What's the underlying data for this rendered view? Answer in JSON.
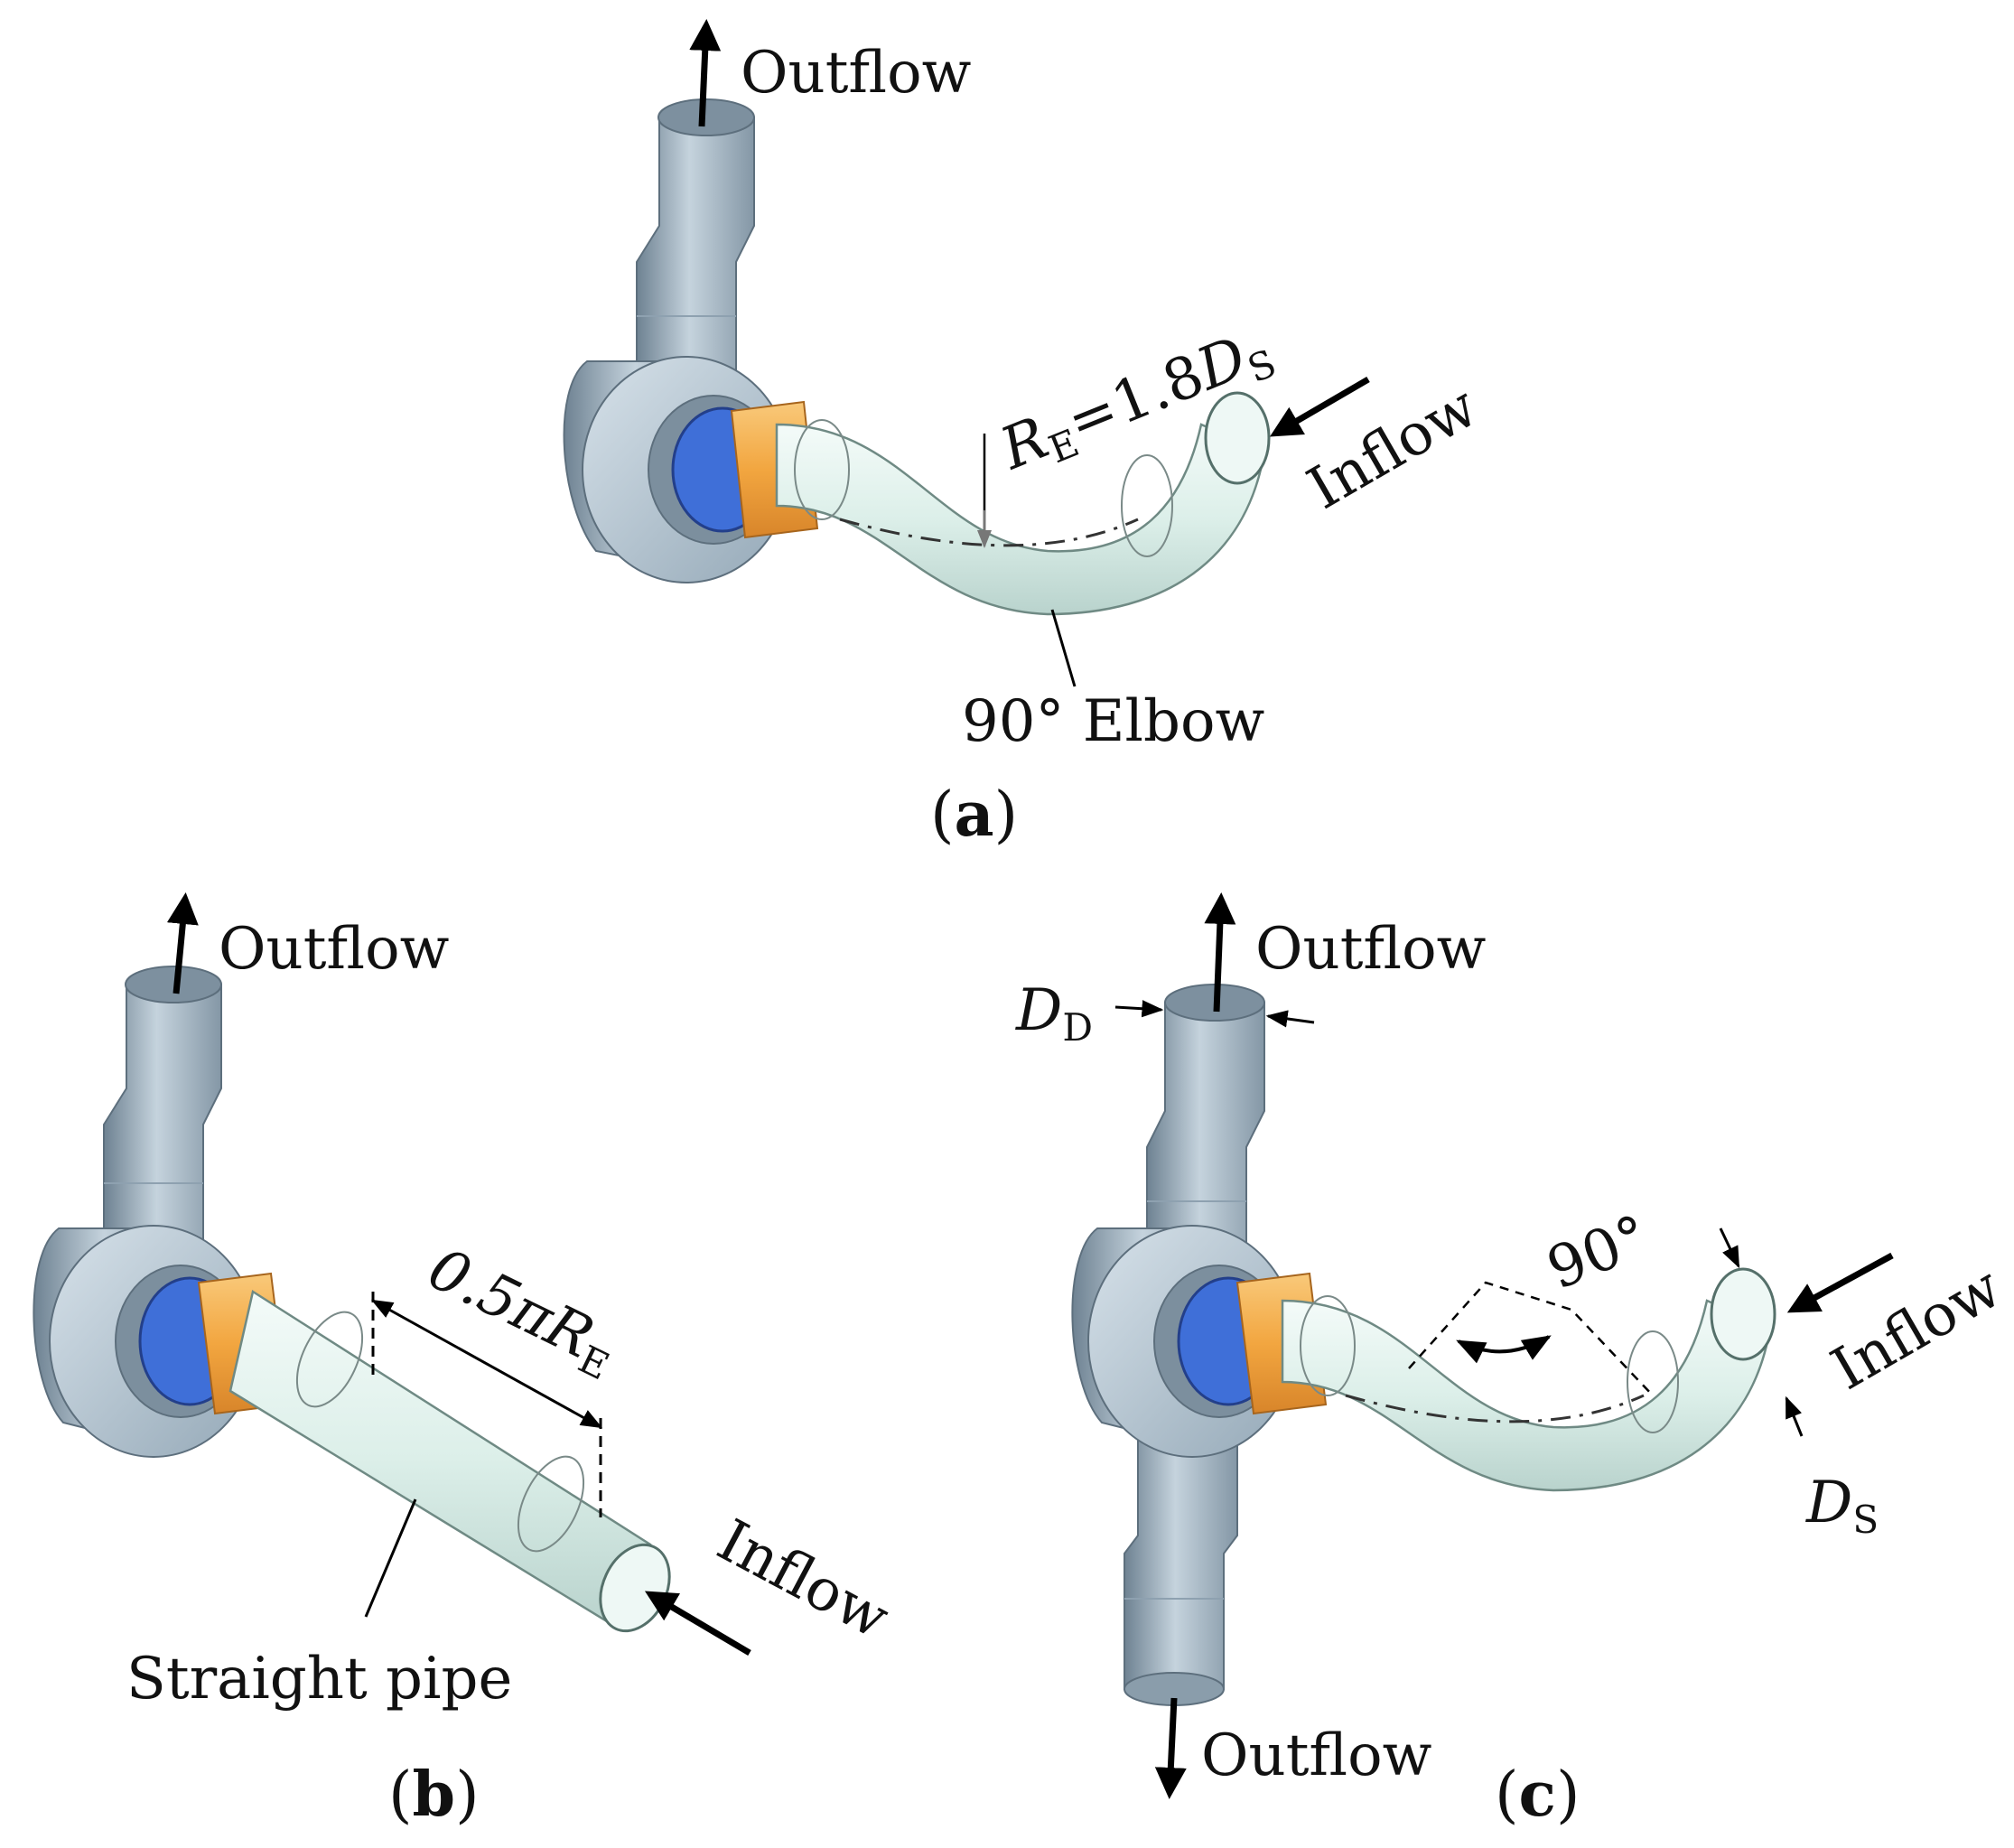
{
  "colors": {
    "pipe": "#d9efe9",
    "casing": "#9fb3c2",
    "impeller": "#f2a640",
    "inlet_ring": "#3f6fd8"
  },
  "panel_a": {
    "outflow": "Outflow",
    "inflow": "Inflow",
    "radius_label_main": "R",
    "radius_label_sub": "E",
    "radius_label_eq": "=1.8",
    "radius_label_d": "D",
    "radius_label_dsub": "S",
    "component": "90° Elbow",
    "caption_open": "(",
    "caption_letter": "a",
    "caption_close": ")"
  },
  "panel_b": {
    "outflow": "Outflow",
    "inflow": "Inflow",
    "length_label_main": "0.5",
    "length_label_pi": "π",
    "length_label_r": "R",
    "length_label_sub": "E",
    "component": "Straight pipe",
    "caption_open": "(",
    "caption_letter": "b",
    "caption_close": ")"
  },
  "panel_c": {
    "outflow_top": "Outflow",
    "outflow_bottom": "Outflow",
    "inflow": "Inflow",
    "angle": "90°",
    "dd_main": "D",
    "dd_sub": "D",
    "ds_main": "D",
    "ds_sub": "S",
    "caption_open": "(",
    "caption_letter": "c",
    "caption_close": ")"
  }
}
